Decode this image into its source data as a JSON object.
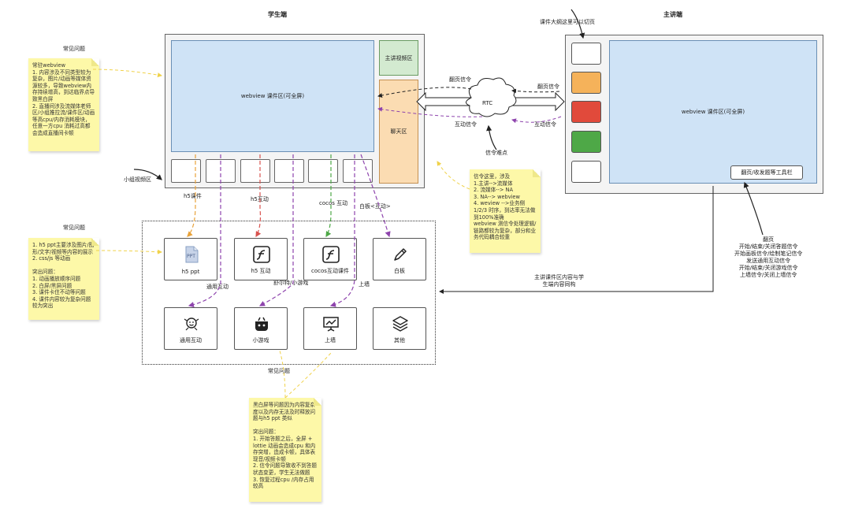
{
  "student": {
    "title": "学生端",
    "courseware": "webview 课件区(可全屏)",
    "teacher_video": "主讲视频区",
    "chat": "聊天区",
    "group_video": "小组视频区"
  },
  "teacher": {
    "title": "主讲端",
    "courseware": "webview 课件区(可全屏)",
    "toolbar": "翻页/收发题等工具栏",
    "outline_note": "课件大纲这里可以切页",
    "button_colors": [
      "#ffffff",
      "#f5b25a",
      "#e14a3b",
      "#4ea847",
      "#ffffff"
    ]
  },
  "rtc": {
    "label": "RTC",
    "page_signal_left": "翻页信令",
    "page_signal_right": "翻页信令",
    "interact_left": "互动信令",
    "interact_right": "互动信令",
    "difficulty": "信令难点"
  },
  "notes": {
    "faq1": "常见问题",
    "sticky1": "常驻webview\n1. 内容涉及不同类型较为复杂，图片/动画等媒体资源较多，导致webview内存持续增高，到达临界点导致黑白屏\n2. 直播间涉及流媒体老师区/小组推拉流/课件区/动画等高cpu/内存消耗模块，任意一方cpu 消耗过高都会造成直播间卡顿",
    "faq2": "常见问题",
    "sticky2": "1. h5 ppt主要涉及图片/图形/文字/视频等内容的展示\n2. css/js 等动画\n\n突出问题：\n1. 动画播放顺序问题\n2. 白屏/黑屏问题\n3. 课件卡住不动等问题\n4. 课件内容较为复杂问题较为突出",
    "faq3": "常见问题",
    "sticky3": "黑白屏等问题因为内容复杂度以及内存无法及时释放问题与h5 ppt 类似\n\n突出问题：\n1. 开始答题之后，全屏 + lottie 动画会造成cpu 和内存突增，造成卡顿，具体表现音/视频卡顿\n2. 信令问题导致收不到答题状态变更，学生无法做题\n3. 恢复过程cpu /内存占用较高",
    "sticky4": "信令这里，涉及\n1.主讲-->流媒体\n2. 流媒体--> NA\n3. NA--> webview\n4. weview -->业务侧\n1/2/3  时序，到达率无法做到100%准确\nwebview 测信令处理逻辑/链路都较为复杂，部分和业务代码耦合较重",
    "sync": "主讲课件区内容与学\n生端内容同构",
    "right_signals": "翻页\n开始/结束/关闭答题信令\n开始画板信令/绘制笔记信令\n发送通用互动信令\n开始/结束/关闭游戏信令\n上墙信令/关闭上墙信令"
  },
  "links": {
    "h5_courseware": "h5课件",
    "h5_interact": "h5互动",
    "cocos_interact": "cocos 互动",
    "whiteboard_interact": "白板<互动>",
    "general_interact": "通用互动",
    "mini_game": "舒尔特/小游戏",
    "wall": "上墙"
  },
  "cards": {
    "h5ppt": "h5 ppt",
    "h5_interact": "h5 互动",
    "cocos": "cocos互动课件",
    "whiteboard": "白板",
    "general": "通用互动",
    "game": "小游戏",
    "wall": "上墙",
    "other": "其他"
  },
  "icons": {
    "ppt": "ppt-icon",
    "flash1": "flash-icon",
    "flash2": "flash-icon",
    "pencil": "pencil-icon",
    "interact": "interaction-icon",
    "game": "game-icon",
    "wall": "presentation-icon",
    "other": "layers-icon"
  }
}
